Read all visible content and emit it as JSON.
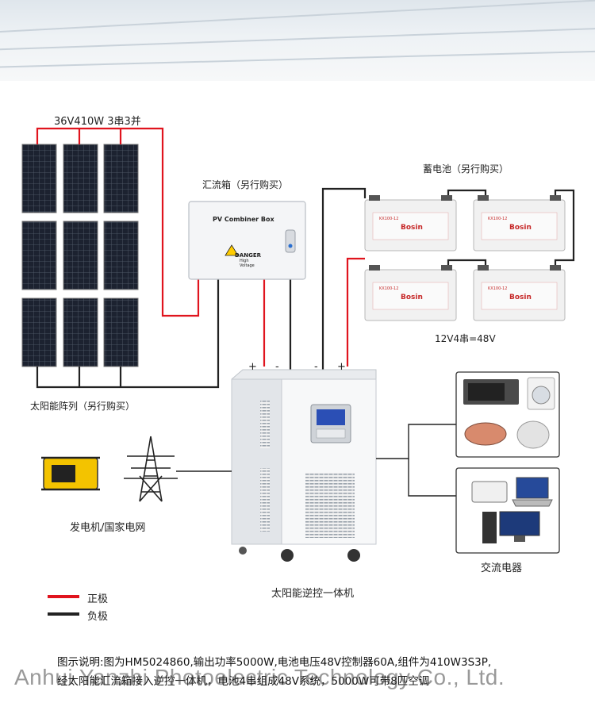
{
  "labels": {
    "pv_spec": "36V410W 3串3并",
    "pv_array": "太阳能阵列（另行购买）",
    "combiner": "汇流箱（另行购买）",
    "combiner_name": "PV Combiner Box",
    "danger": "DANGER",
    "danger_sub1": "High",
    "danger_sub2": "Voltage",
    "battery": "蓄电池（另行购买）",
    "battery_brand": "Bosin",
    "battery_model": "KX100-12",
    "battery_spec": "12V4串=48V",
    "generator": "发电机/国家电网",
    "inverter": "太阳能逆控一体机",
    "ac_load": "交流电器",
    "plus": "+",
    "minus": "-"
  },
  "legend": {
    "positive": "正极",
    "negative": "负极"
  },
  "caption": {
    "line1": "图示说明:图为HM5024860,输出功率5000W,电池电压48V控制器60A,组件为410W3S3P,",
    "line2": "经太阳能汇流箱接入逆控一体机，电池4串组成48V系统，5000W可带8匹空调"
  },
  "watermark": "Anhui Yanzhi Photoelectric Technology Co., Ltd.",
  "colors": {
    "positive": "#e0141e",
    "negative": "#222222"
  }
}
